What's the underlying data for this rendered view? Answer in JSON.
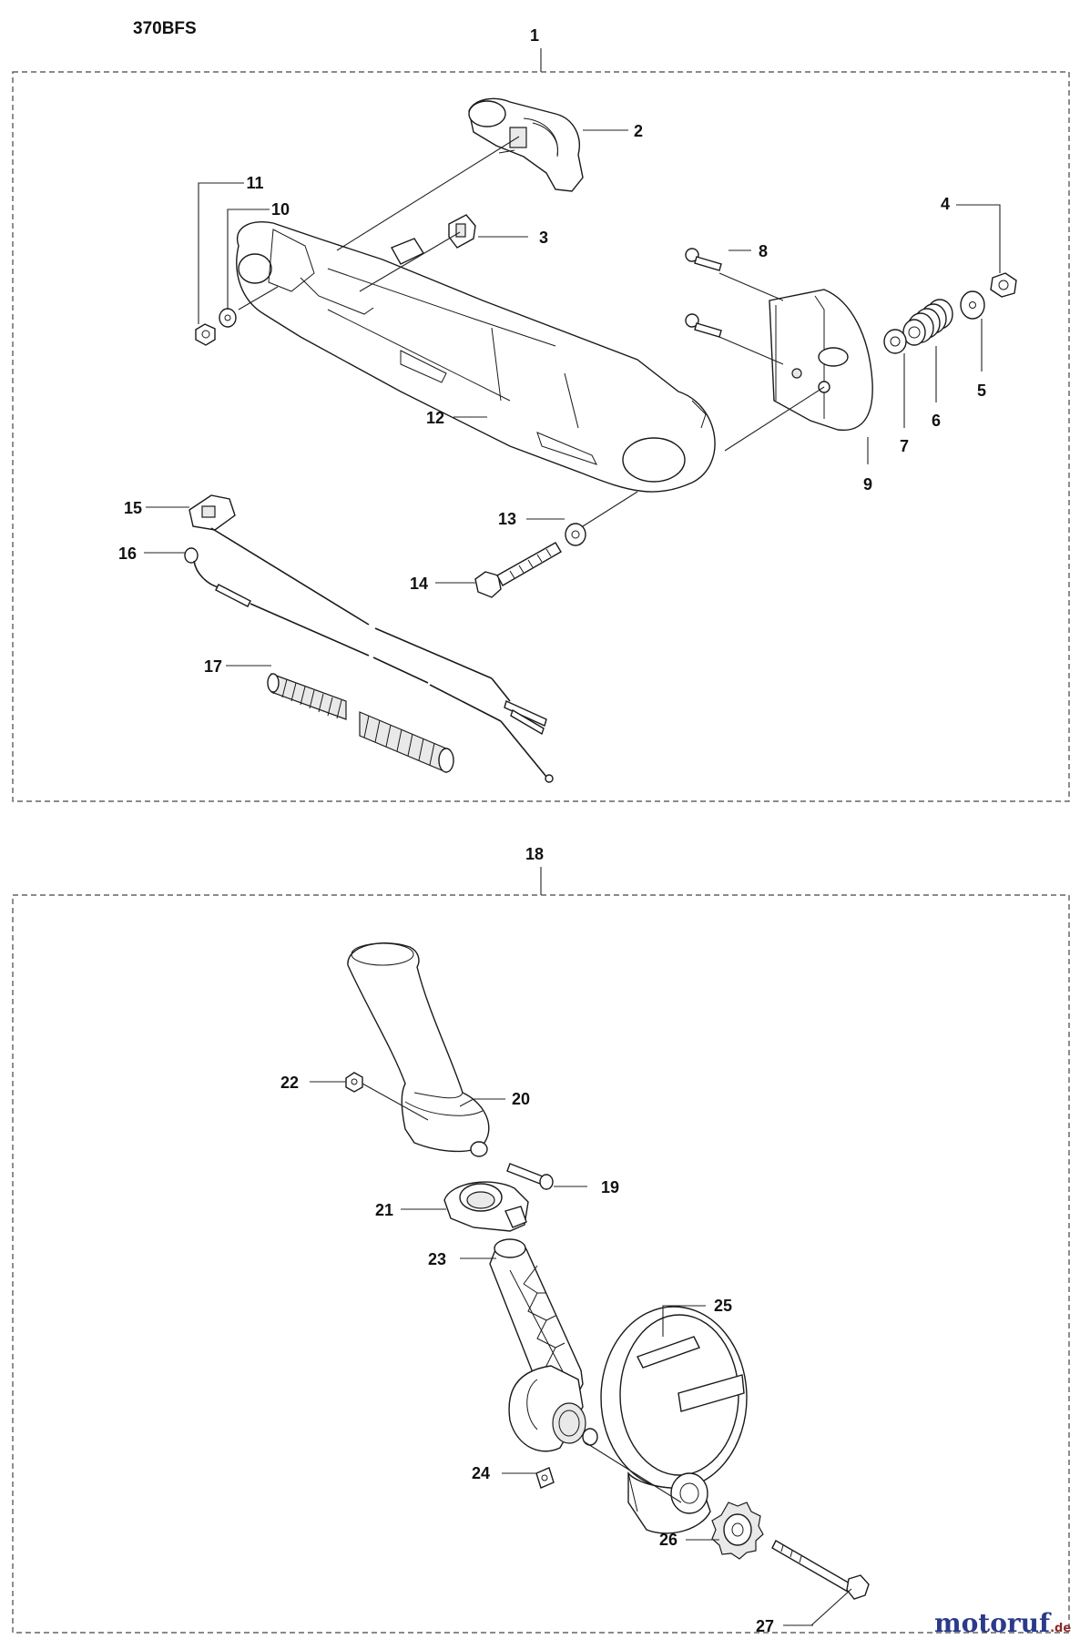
{
  "model": "370BFS",
  "groups": [
    {
      "id": "1"
    },
    {
      "id": "18"
    }
  ],
  "callouts": [
    {
      "n": "2"
    },
    {
      "n": "3"
    },
    {
      "n": "4"
    },
    {
      "n": "5"
    },
    {
      "n": "6"
    },
    {
      "n": "7"
    },
    {
      "n": "8"
    },
    {
      "n": "9"
    },
    {
      "n": "10"
    },
    {
      "n": "11"
    },
    {
      "n": "12"
    },
    {
      "n": "13"
    },
    {
      "n": "14"
    },
    {
      "n": "15"
    },
    {
      "n": "16"
    },
    {
      "n": "17"
    },
    {
      "n": "19"
    },
    {
      "n": "20"
    },
    {
      "n": "21"
    },
    {
      "n": "22"
    },
    {
      "n": "23"
    },
    {
      "n": "24"
    },
    {
      "n": "25"
    },
    {
      "n": "26"
    },
    {
      "n": "27"
    }
  ],
  "watermark": {
    "main": "motoruf",
    "suffix": ".de"
  }
}
